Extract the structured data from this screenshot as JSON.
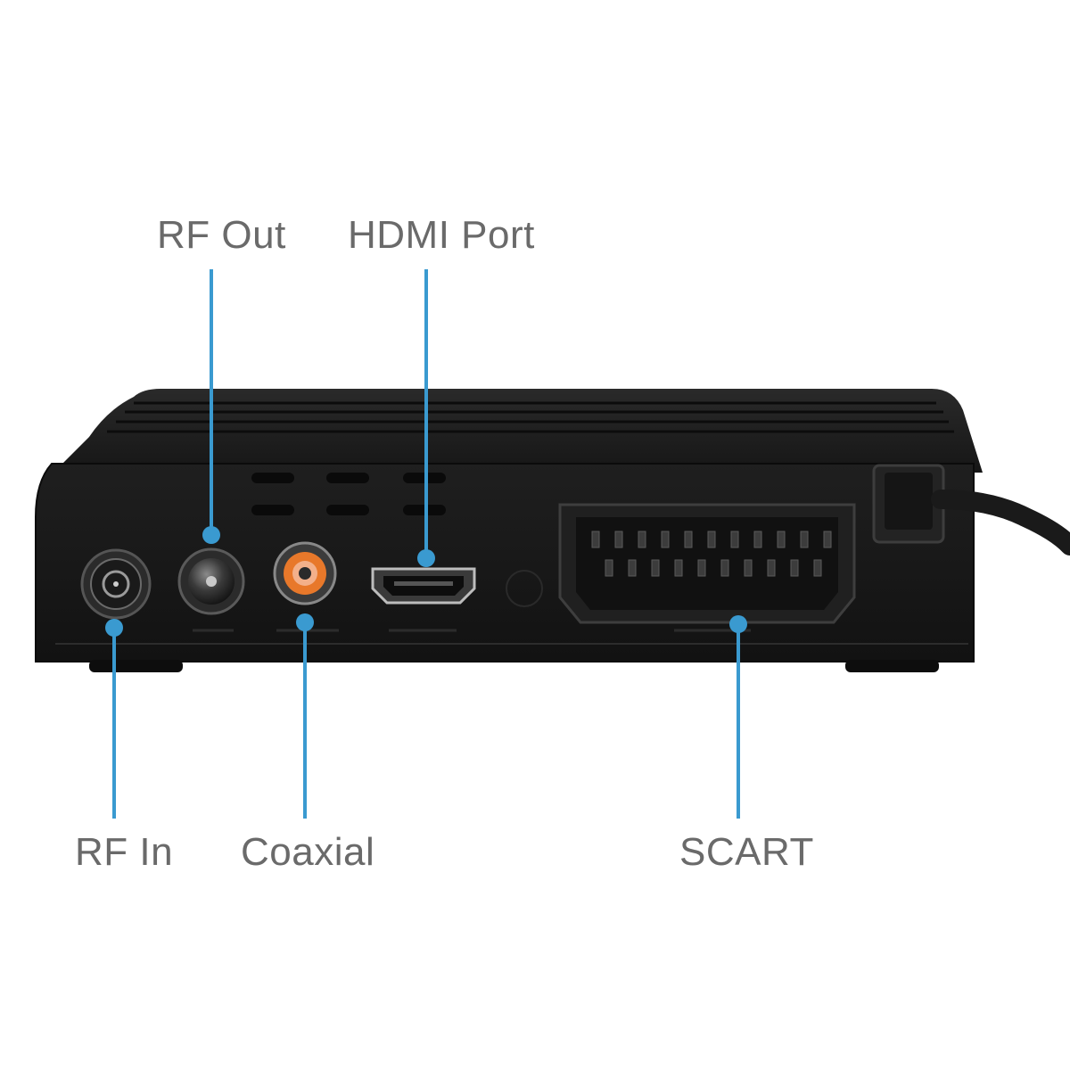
{
  "callouts": {
    "rf_out": "RF Out",
    "hdmi_port": "HDMI Port",
    "rf_in": "RF In",
    "coaxial": "Coaxial",
    "scart": "SCART"
  },
  "colors": {
    "background": "#ffffff",
    "device_body": "#1c1c1c",
    "callout_line": "#3a9ad0",
    "label_text": "#6a6a6a",
    "coaxial_ring": "#e8782a"
  }
}
